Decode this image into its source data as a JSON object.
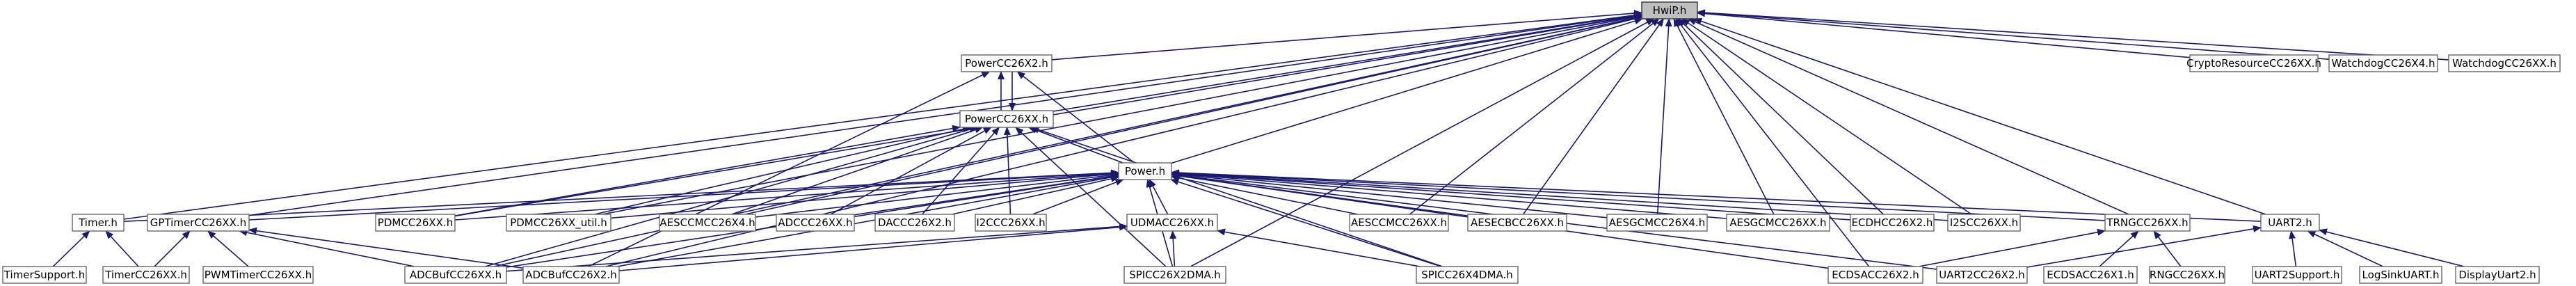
{
  "nodes": {
    "hwip": "HwiP.h",
    "powercc26x2": "PowerCC26X2.h",
    "cryptores": "CryptoResourceCC26XX.h",
    "wdog26x4": "WatchdogCC26X4.h",
    "wdog26xx": "WatchdogCC26XX.h",
    "powercc26xx": "PowerCC26XX.h",
    "power": "Power.h",
    "timer": "Timer.h",
    "gptimer": "GPTimerCC26XX.h",
    "pdm": "PDMCC26XX.h",
    "pdmutil": "PDMCC26XX_util.h",
    "aesccm26x4": "AESCCMCC26X4.h",
    "adc": "ADCCC26XX.h",
    "dac": "DACCC26X2.h",
    "i2c": "I2CCC26XX.h",
    "udma": "UDMACC26XX.h",
    "aesccm26xx": "AESCCMCC26XX.h",
    "aesecb": "AESECBCC26XX.h",
    "aesgcm26x4": "AESGCMCC26X4.h",
    "aesgcm26xx": "AESGCMCC26XX.h",
    "ecdh": "ECDHCC26X2.h",
    "i2s": "I2SCC26XX.h",
    "trng": "TRNGCC26XX.h",
    "uart2": "UART2.h",
    "timersupport": "TimerSupport.h",
    "timercc26xx": "TimerCC26XX.h",
    "pwm": "PWMTimerCC26XX.h",
    "adcbuf26xx": "ADCBufCC26XX.h",
    "adcbuf26x2": "ADCBufCC26X2.h",
    "spi2dma": "SPICC26X2DMA.h",
    "spi4dma": "SPICC26X4DMA.h",
    "ecdsa26x2": "ECDSACC26X2.h",
    "uart2cc": "UART2CC26X2.h",
    "ecdsa26x1": "ECDSACC26X1.h",
    "rng": "RNGCC26XX.h",
    "uart2support": "UART2Support.h",
    "logsink": "LogSinkUART.h",
    "displayuart2": "DisplayUart2.h"
  },
  "edges": [
    [
      "powercc26x2",
      "hwip"
    ],
    [
      "cryptores",
      "hwip"
    ],
    [
      "wdog26x4",
      "hwip"
    ],
    [
      "wdog26xx",
      "hwip"
    ],
    [
      "powercc26xx",
      "hwip"
    ],
    [
      "power",
      "hwip"
    ],
    [
      "timer",
      "hwip"
    ],
    [
      "gptimer",
      "hwip"
    ],
    [
      "pdm",
      "hwip"
    ],
    [
      "pdmutil",
      "hwip"
    ],
    [
      "aesccm26x4",
      "hwip"
    ],
    [
      "aesccm26xx",
      "hwip"
    ],
    [
      "aesecb",
      "hwip"
    ],
    [
      "aesgcm26x4",
      "hwip"
    ],
    [
      "aesgcm26xx",
      "hwip"
    ],
    [
      "ecdh",
      "hwip"
    ],
    [
      "i2s",
      "hwip"
    ],
    [
      "trng",
      "hwip"
    ],
    [
      "uart2",
      "hwip"
    ],
    [
      "adcbuf26xx",
      "hwip"
    ],
    [
      "adcbuf26x2",
      "hwip"
    ],
    [
      "spi2dma",
      "hwip"
    ],
    [
      "ecdsa26x2",
      "hwip"
    ],
    [
      "powercc26xx",
      "powercc26x2"
    ],
    [
      "powercc26x2",
      "powercc26xx"
    ],
    [
      "power",
      "powercc26x2"
    ],
    [
      "adcbuf26x2",
      "powercc26x2"
    ],
    [
      "power",
      "powercc26xx"
    ],
    [
      "pdm",
      "powercc26xx"
    ],
    [
      "pdmutil",
      "powercc26xx"
    ],
    [
      "aesccm26x4",
      "powercc26xx"
    ],
    [
      "adc",
      "powercc26xx"
    ],
    [
      "dac",
      "powercc26xx"
    ],
    [
      "i2c",
      "powercc26xx"
    ],
    [
      "adcbuf26xx",
      "powercc26xx"
    ],
    [
      "spi2dma",
      "powercc26xx"
    ],
    [
      "spi4dma",
      "powercc26xx"
    ],
    [
      "timer",
      "power"
    ],
    [
      "gptimer",
      "power"
    ],
    [
      "pdm",
      "power"
    ],
    [
      "pdmutil",
      "power"
    ],
    [
      "aesccm26x4",
      "power"
    ],
    [
      "adc",
      "power"
    ],
    [
      "dac",
      "power"
    ],
    [
      "i2c",
      "power"
    ],
    [
      "udma",
      "power"
    ],
    [
      "aesccm26xx",
      "power"
    ],
    [
      "aesecb",
      "power"
    ],
    [
      "aesgcm26x4",
      "power"
    ],
    [
      "aesgcm26xx",
      "power"
    ],
    [
      "ecdh",
      "power"
    ],
    [
      "i2s",
      "power"
    ],
    [
      "trng",
      "power"
    ],
    [
      "uart2",
      "power"
    ],
    [
      "adcbuf26xx",
      "power"
    ],
    [
      "adcbuf26x2",
      "power"
    ],
    [
      "spi2dma",
      "power"
    ],
    [
      "spi4dma",
      "power"
    ],
    [
      "ecdsa26x2",
      "power"
    ],
    [
      "uart2cc",
      "power"
    ],
    [
      "timersupport",
      "timer"
    ],
    [
      "timercc26xx",
      "timer"
    ],
    [
      "timercc26xx",
      "gptimer"
    ],
    [
      "pwm",
      "gptimer"
    ],
    [
      "adcbuf26xx",
      "gptimer"
    ],
    [
      "adcbuf26x2",
      "gptimer"
    ],
    [
      "adcbuf26xx",
      "udma"
    ],
    [
      "adcbuf26x2",
      "udma"
    ],
    [
      "spi2dma",
      "udma"
    ],
    [
      "spi4dma",
      "udma"
    ],
    [
      "ecdsa26x2",
      "trng"
    ],
    [
      "ecdsa26x1",
      "trng"
    ],
    [
      "rng",
      "trng"
    ],
    [
      "uart2cc",
      "uart2"
    ],
    [
      "uart2support",
      "uart2"
    ],
    [
      "logsink",
      "uart2"
    ],
    [
      "displayuart2",
      "uart2"
    ]
  ]
}
